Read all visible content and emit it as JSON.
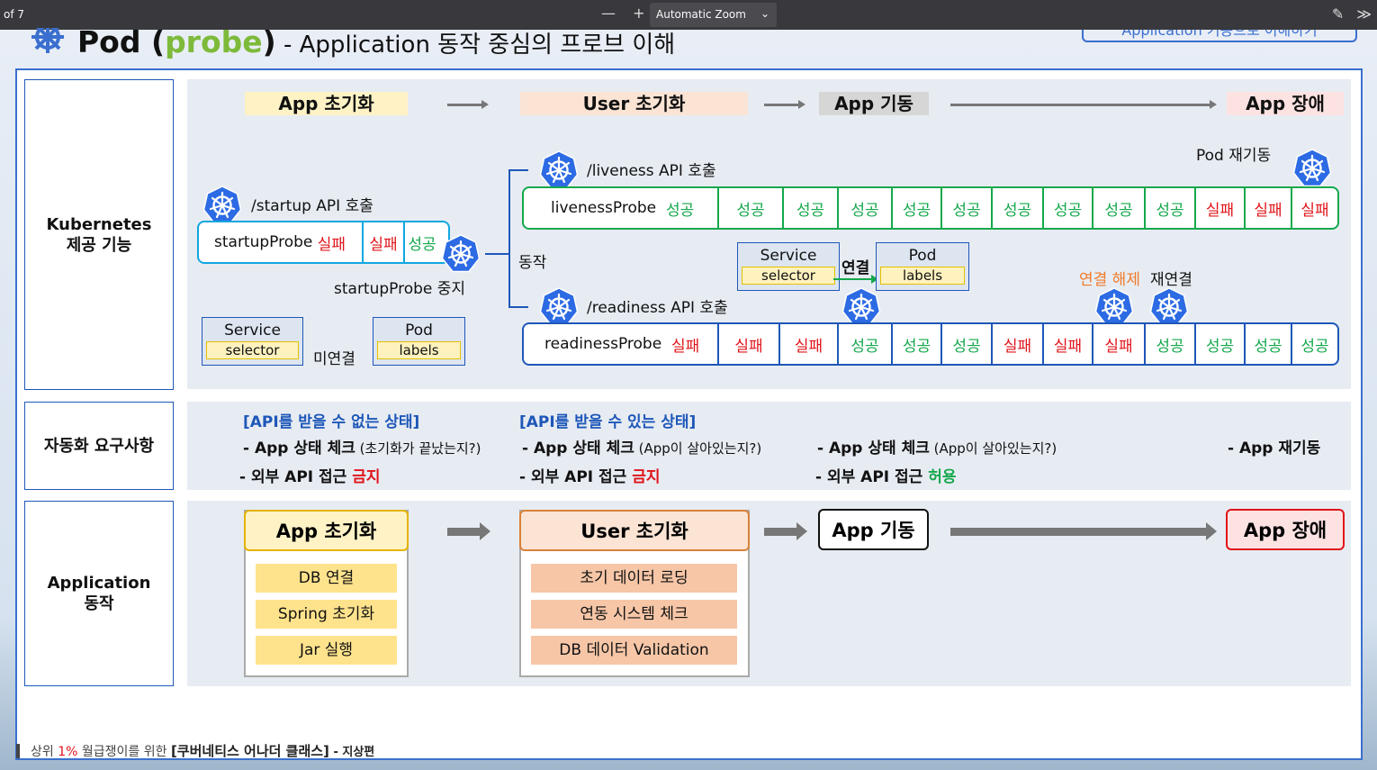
{
  "viewer": {
    "page_label": "of 7",
    "zoom_out": "—",
    "zoom_in": "+",
    "zoom": "Automatic Zoom"
  },
  "slide": {
    "title_main": "Pod (",
    "title_probe": "probe",
    "title_close": ")",
    "title_sub": " - Application 동작 중심의 프로브 이해",
    "tag_text": "Application 기동으로 이해하기"
  },
  "rows": {
    "k8s_label": "Kubernetes\n제공 기능",
    "auto_label": "자동화 요구사항",
    "app_label": "Application\n동작"
  },
  "phases": {
    "app_init": "App 초기화",
    "user_init": "User 초기화",
    "app_start": "App 기동",
    "app_fail": "App 장애"
  },
  "startup": {
    "call": "/startup API 호출",
    "label": "startupProbe",
    "cells": [
      {
        "text": "실패",
        "status": "fail"
      },
      {
        "text": "실패",
        "status": "fail"
      },
      {
        "text": "성공",
        "status": "ok"
      }
    ],
    "stop": "startupProbe 중지",
    "action": "동작",
    "svc_title": "Service",
    "svc_sub": "selector",
    "pod_title": "Pod",
    "pod_sub": "labels",
    "unconnected": "미연결"
  },
  "liveness": {
    "call": "/liveness API 호출",
    "label": "livenessProbe",
    "first": {
      "text": "성공",
      "status": "ok"
    },
    "restart": "Pod 재기동",
    "cells": [
      {
        "text": "성공",
        "status": "ok"
      },
      {
        "text": "성공",
        "status": "ok"
      },
      {
        "text": "성공",
        "status": "ok"
      },
      {
        "text": "성공",
        "status": "ok"
      },
      {
        "text": "성공",
        "status": "ok"
      },
      {
        "text": "성공",
        "status": "ok"
      },
      {
        "text": "성공",
        "status": "ok"
      },
      {
        "text": "성공",
        "status": "ok"
      },
      {
        "text": "성공",
        "status": "ok"
      },
      {
        "text": "실패",
        "status": "fail"
      },
      {
        "text": "실패",
        "status": "fail"
      },
      {
        "text": "실패",
        "status": "fail"
      }
    ]
  },
  "link": {
    "svc_title": "Service",
    "svc_sub": "selector",
    "connect": "연결",
    "pod_title": "Pod",
    "pod_sub": "labels",
    "disconnect": "연결 해제",
    "reconnect": "재연결"
  },
  "readiness": {
    "call": "/readiness API 호출",
    "label": "readinessProbe",
    "first": {
      "text": "실패",
      "status": "fail"
    },
    "cells": [
      {
        "text": "실패",
        "status": "fail"
      },
      {
        "text": "실패",
        "status": "fail"
      },
      {
        "text": "성공",
        "status": "ok"
      },
      {
        "text": "성공",
        "status": "ok"
      },
      {
        "text": "성공",
        "status": "ok"
      },
      {
        "text": "실패",
        "status": "fail"
      },
      {
        "text": "실패",
        "status": "fail"
      },
      {
        "text": "실패",
        "status": "fail"
      },
      {
        "text": "성공",
        "status": "ok"
      },
      {
        "text": "성공",
        "status": "ok"
      },
      {
        "text": "성공",
        "status": "ok"
      },
      {
        "text": "성공",
        "status": "ok"
      }
    ]
  },
  "requirements": {
    "col1_head": "[API를 받을 수 없는 상태]",
    "col1_line1_bold": "- App 상태 체크",
    "col1_line1_small": " (초기화가 끝났는지?)",
    "col1_line2": "- 외부 API 접근 ",
    "col1_line2_em": "금지",
    "col2_head": "[API를 받을 수 있는 상태]",
    "col2_line1_bold": "- App 상태 체크",
    "col2_line1_small": " (App이 살아있는지?)",
    "col2_line2": "- 외부 API 접근 ",
    "col2_line2_em": "금지",
    "col3_line1_bold": "- App 상태 체크",
    "col3_line1_small": " (App이 살아있는지?)",
    "col3_line2": "- 외부 API 접근 ",
    "col3_line2_em": "허용",
    "col4_line1": "- App 재기동"
  },
  "app": {
    "init_items": [
      "DB 연결",
      "Spring 초기화",
      "Jar 실행"
    ],
    "user_items": [
      "초기 데이터 로딩",
      "연동 시스템 체크",
      "DB 데이터 Validation"
    ]
  },
  "footer": {
    "pre": "상위 ",
    "pct": "1%",
    "mid": " 월급쟁이를 위한 ",
    "course": "[쿠버네티스 어나더 클래스]",
    "edition": " - 지상편"
  },
  "colors": {
    "ok": "#14a84b",
    "fail": "#e0141a",
    "accent": "#1e57b8",
    "probe": "#7dba3a"
  }
}
